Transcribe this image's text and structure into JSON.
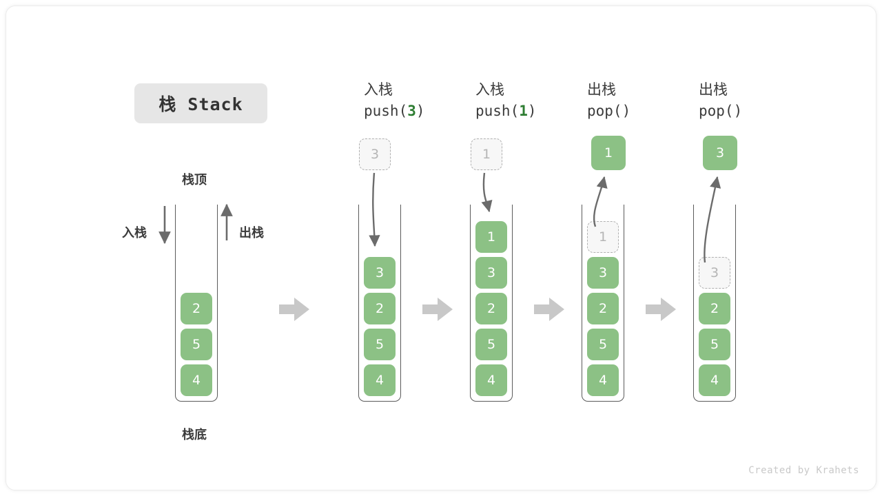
{
  "diagram": {
    "title": "栈 Stack",
    "credit": "Created by Krahets",
    "labels": {
      "top": "栈顶",
      "bottom": "栈底",
      "push": "入栈",
      "pop": "出栈"
    },
    "colors": {
      "item_fill": "#8cc185",
      "item_text": "#ffffff",
      "ghost_fill": "#f7f7f7",
      "ghost_border": "#b0b0b0",
      "ghost_text": "#b5b5b5",
      "arrow": "#6b6b6b",
      "flow_arrow": "#c8c8c8",
      "badge_bg": "#e6e6e6",
      "accent_green": "#2e7d32"
    },
    "columns": [
      {
        "id": "initial",
        "head_line1": "",
        "head_line2": "",
        "incoming_value": null,
        "outgoing_value": null,
        "items": [
          "2",
          "5",
          "4"
        ],
        "ghost_index": null
      },
      {
        "id": "push-3",
        "head_line1": "入栈",
        "head_line2_prefix": "push(",
        "head_line2_num": "3",
        "head_line2_suffix": ")",
        "incoming_value": "3",
        "outgoing_value": null,
        "items": [
          "3",
          "2",
          "5",
          "4"
        ],
        "ghost_index": null
      },
      {
        "id": "push-1",
        "head_line1": "入栈",
        "head_line2_prefix": "push(",
        "head_line2_num": "1",
        "head_line2_suffix": ")",
        "incoming_value": "1",
        "outgoing_value": null,
        "items": [
          "1",
          "3",
          "2",
          "5",
          "4"
        ],
        "ghost_index": null
      },
      {
        "id": "pop-1",
        "head_line1": "出栈",
        "head_line2_prefix": "pop(",
        "head_line2_num": "",
        "head_line2_suffix": ")",
        "incoming_value": null,
        "outgoing_value": "1",
        "items": [
          "1",
          "3",
          "2",
          "5",
          "4"
        ],
        "ghost_index": 0
      },
      {
        "id": "pop-3",
        "head_line1": "出栈",
        "head_line2_prefix": "pop(",
        "head_line2_num": "",
        "head_line2_suffix": ")",
        "incoming_value": null,
        "outgoing_value": "3",
        "items": [
          "3",
          "2",
          "5",
          "4"
        ],
        "ghost_index": 0
      }
    ]
  }
}
